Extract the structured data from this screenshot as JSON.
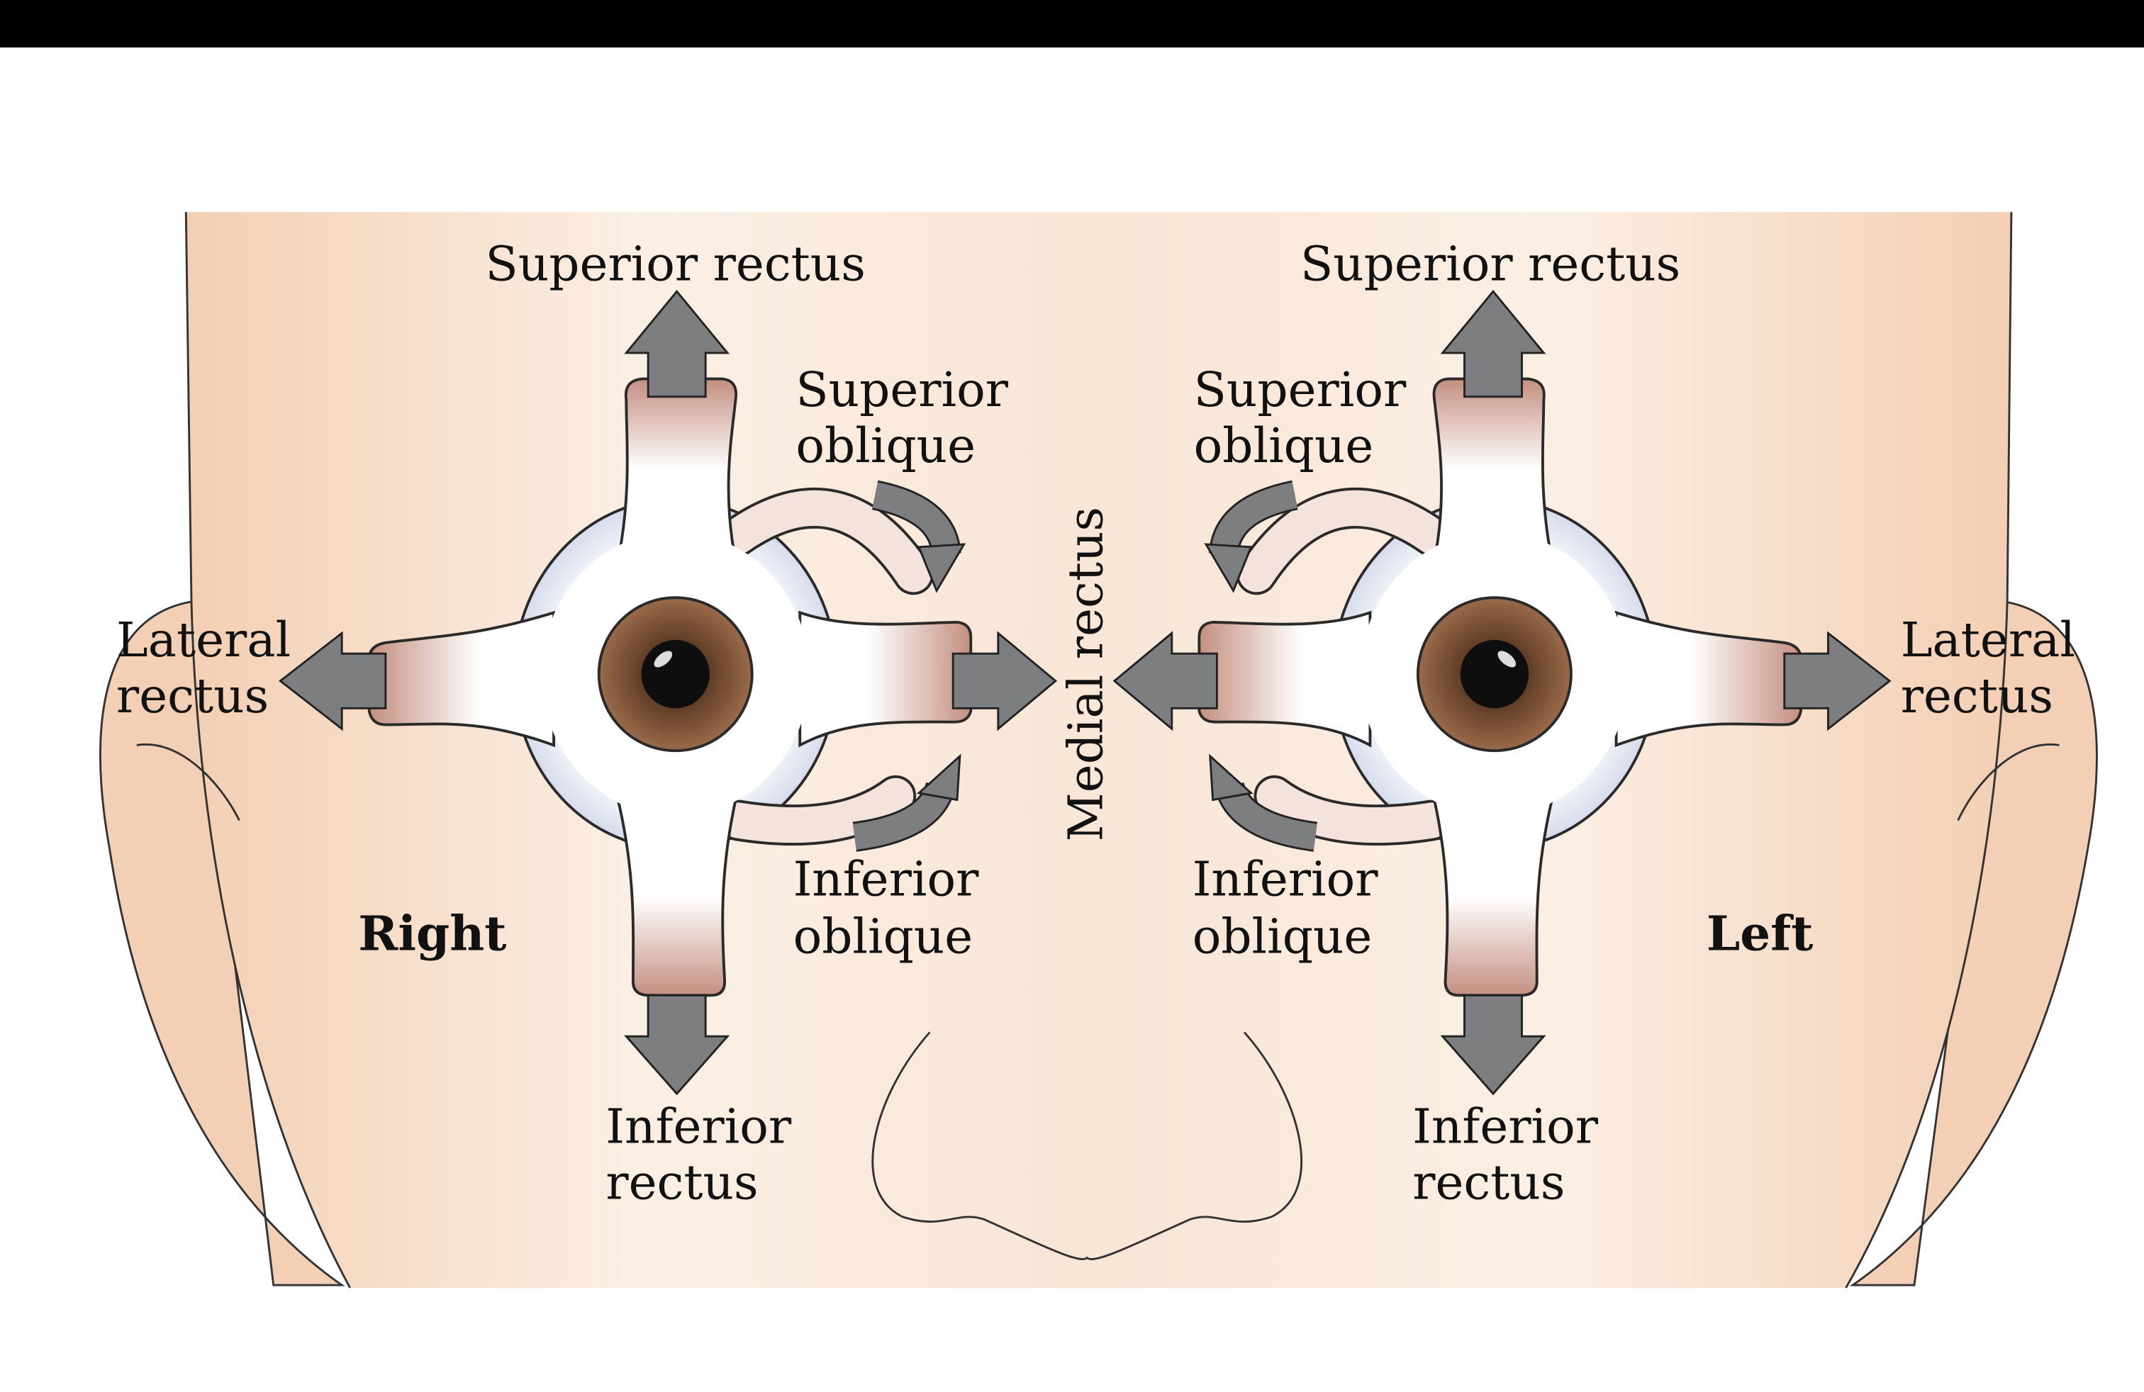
{
  "diagram": {
    "labels": {
      "right_superior_rectus": "Superior rectus",
      "left_superior_rectus": "Superior rectus",
      "right_superior_oblique": [
        "Superior",
        "oblique"
      ],
      "left_superior_oblique": [
        "Superior",
        "oblique"
      ],
      "right_lateral_rectus": [
        "Lateral",
        "rectus"
      ],
      "left_lateral_rectus": [
        "Lateral",
        "rectus"
      ],
      "medial_rectus": "Medial rectus",
      "right_inferior_oblique": [
        "Inferior",
        "oblique"
      ],
      "left_inferior_oblique": [
        "Inferior",
        "oblique"
      ],
      "right_inferior_rectus": [
        "Inferior",
        "rectus"
      ],
      "left_inferior_rectus": [
        "Inferior",
        "rectus"
      ],
      "right_side": "Right",
      "left_side": "Left"
    },
    "colors": {
      "skin": "#f6dcc6",
      "skin_light": "#fbf1e8",
      "muscle": "#c9988a",
      "arrow": "#7d7e80",
      "iris": "#8a5a3c"
    }
  }
}
